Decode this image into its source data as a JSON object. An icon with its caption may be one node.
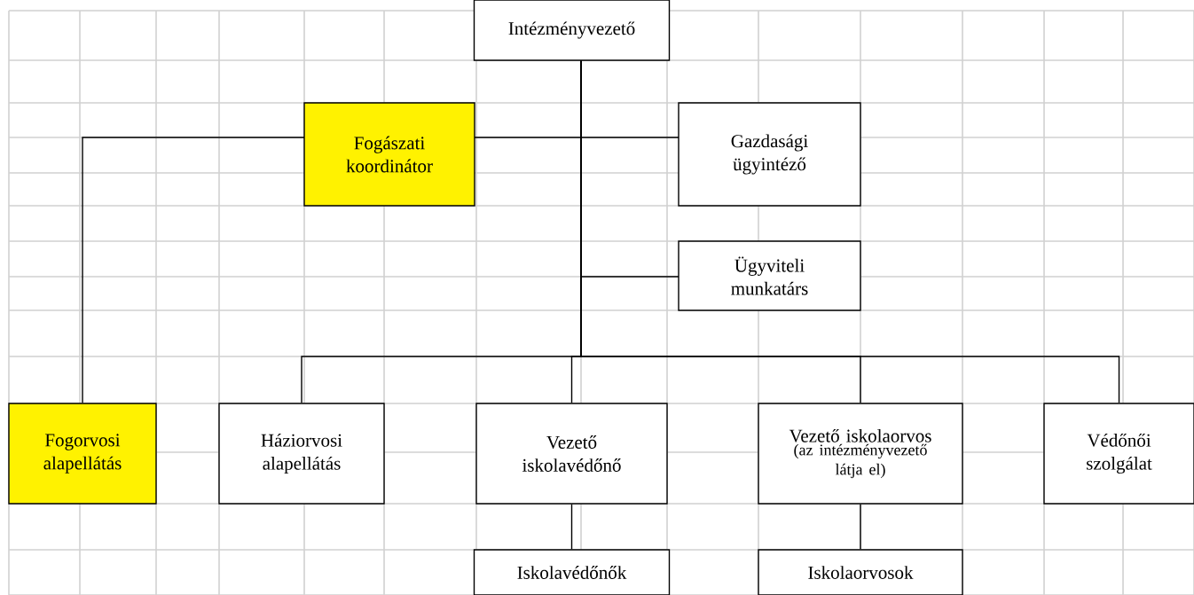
{
  "diagram": {
    "nodes": [
      {
        "text": [
          "Intézményvezető"
        ]
      },
      {
        "text": [
          "Fogászati koordinátor"
        ]
      },
      {
        "text": [
          "Gazdasági ügyintéző"
        ]
      },
      {
        "text": [
          "Ügyviteli munkatárs"
        ]
      },
      {
        "text": [
          "Fogorvosi alapellátás"
        ]
      },
      {
        "text": [
          "Háziorvosi alapellátás"
        ]
      },
      {
        "text": [
          "Vezető iskolavédőnő"
        ]
      },
      {
        "text": [
          "Vezető iskolaorvos",
          "(az intézményvezető látja el)"
        ]
      },
      {
        "text": [
          "Védőnői szolgálat"
        ]
      },
      {
        "text": [
          "Iskolavédőnők"
        ]
      },
      {
        "text": [
          "Iskolaorvosok"
        ]
      }
    ],
    "edges": [
      {
        "from": 0,
        "to": 1,
        "arrow": "none"
      },
      {
        "from": 0,
        "to": 2,
        "arrow": "none"
      },
      {
        "from": 0,
        "to": 3,
        "arrow": "none"
      },
      {
        "from": 1,
        "to": 4,
        "arrow": "none"
      },
      {
        "from": 0,
        "to": 5,
        "arrow": "none"
      },
      {
        "from": 0,
        "to": 6,
        "arrow": "none"
      },
      {
        "from": 0,
        "to": 7,
        "arrow": "none"
      },
      {
        "from": 0,
        "to": 8,
        "arrow": "none"
      },
      {
        "from": 6,
        "to": 9,
        "arrow": "none"
      },
      {
        "from": 7,
        "to": 10,
        "arrow": "none"
      }
    ]
  }
}
